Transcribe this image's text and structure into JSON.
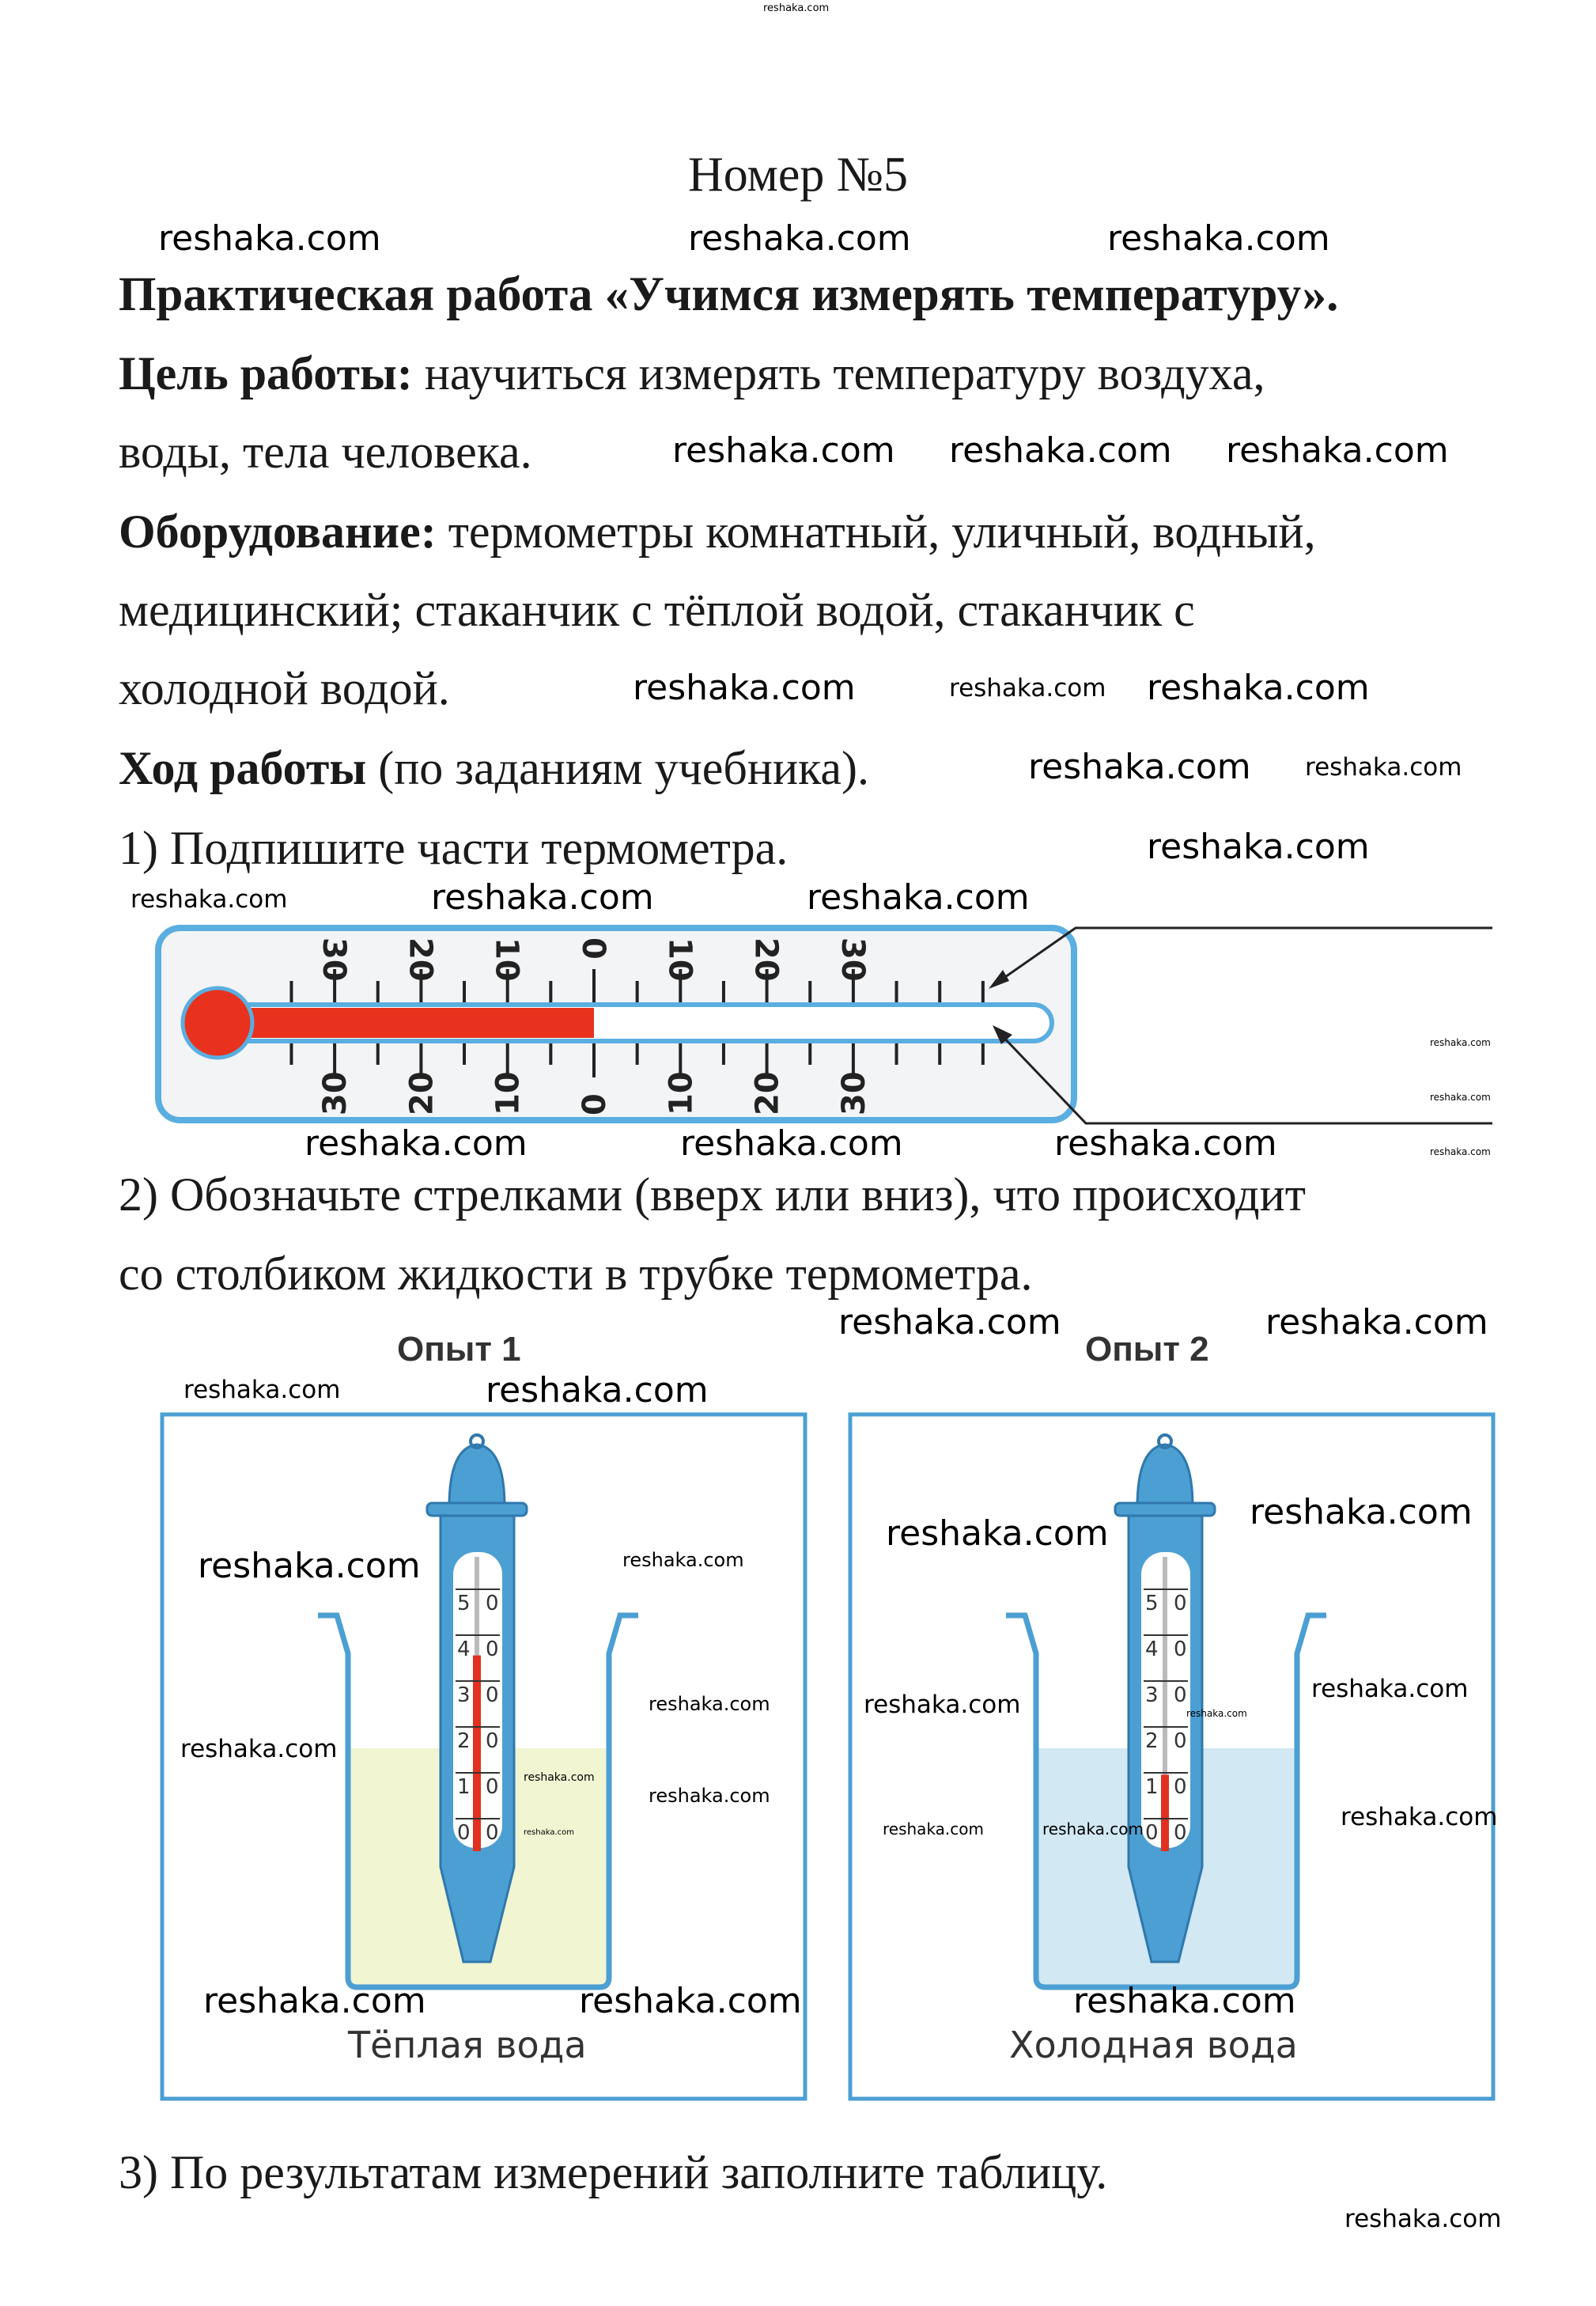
{
  "title": "Номер №5",
  "heading": "Практическая работа «Учимся измерять температуру».",
  "goal": {
    "label": "Цель работы:",
    "text_line1": " научиться измерять температуру воздуха,",
    "text_line2": "воды, тела человека."
  },
  "equipment": {
    "label": "Оборудование:",
    "text_line1": " термометры комнатный, уличный, водный,",
    "text_line2": "медицинский; стаканчик с тёплой водой, стаканчик с",
    "text_line3": "холодной водой."
  },
  "procedure": {
    "label": "Ход работы",
    "text": " (по заданиям учебника)."
  },
  "task1": "1) Подпишите части термометра.",
  "thermometer": {
    "upper_labels": [
      "30",
      "20",
      "10",
      "0",
      "10",
      "20",
      "30"
    ],
    "lower_labels": [
      "30",
      "20",
      "10",
      "0",
      "10",
      "20",
      "30"
    ],
    "reading": 0,
    "liquid_color": "#e8321e",
    "frame_color": "#5aaee0"
  },
  "task2_line1": "2) Обозначьте стрелками (вверх или вниз), что происходит",
  "task2_line2": "со столбиком жидкости в трубке термометра.",
  "experiments": [
    {
      "title": "Опыт   1",
      "caption": "Тёплая  вода",
      "reading": 38,
      "water_color": "#f1f5d2",
      "scale": [
        "5",
        "0",
        "4",
        "0",
        "3",
        "0",
        "2",
        "0",
        "1",
        "0",
        "0",
        "0"
      ]
    },
    {
      "title": "Опыт   2",
      "caption": "Холодная  вода",
      "reading": 12,
      "water_color": "#d2e8f3",
      "scale": [
        "5",
        "0",
        "4",
        "0",
        "3",
        "0",
        "2",
        "0",
        "1",
        "0",
        "0",
        "0"
      ]
    }
  ],
  "task3": "3) По результатам измерений заполните таблицу.",
  "watermark": "reshaka.com"
}
